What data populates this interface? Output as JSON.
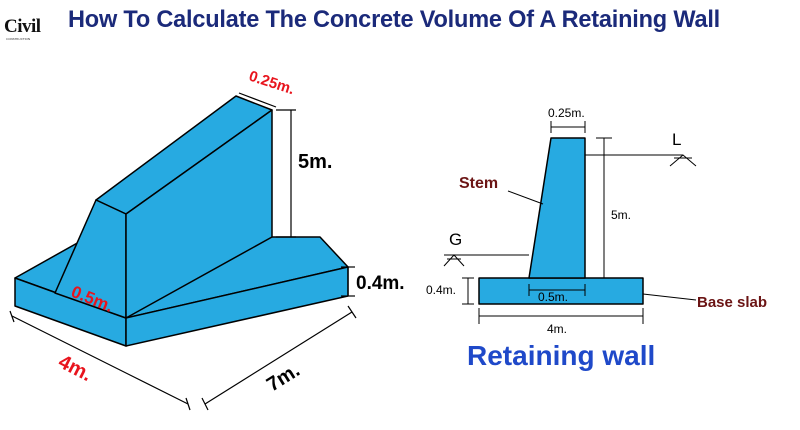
{
  "header": {
    "title": "How To Calculate The Concrete Volume Of A Retaining Wall",
    "logo_text": "Civil",
    "logo_subtext": "CONSTRUCTION"
  },
  "colors": {
    "concrete": "#27aae1",
    "red_labels": "#e8141d",
    "dark_red_labels": "#6b1414",
    "title_blue": "#1b2a7a",
    "caption_blue": "#1f49c9"
  },
  "isometric": {
    "top_width": "0.25m.",
    "height": "5m.",
    "slab_thickness": "0.4m.",
    "bottom_width": "0.5m.",
    "base_width": "4m.",
    "length": "7m."
  },
  "section": {
    "top_width": "0.25m.",
    "stem_label": "Stem",
    "ground_left": "G",
    "ground_right": "L",
    "height": "5m.",
    "slab_thickness": "0.4m.",
    "stem_bottom_width": "0.5m.",
    "base_slab_label": "Base slab",
    "base_width": "4m."
  },
  "caption": "Retaining wall"
}
